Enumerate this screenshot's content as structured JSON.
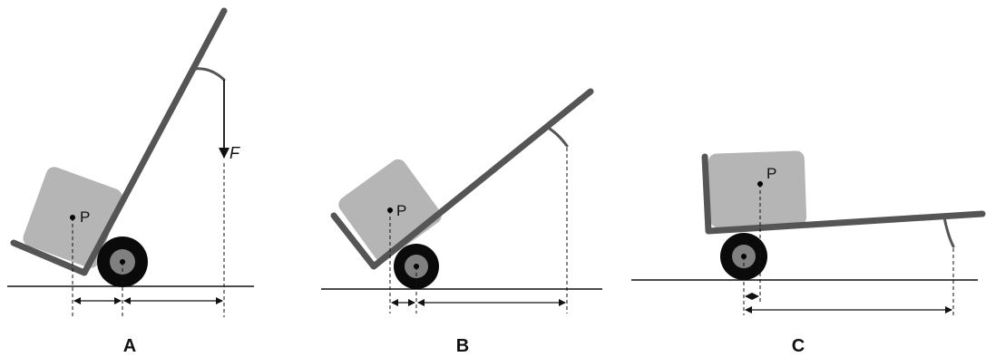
{
  "panels": [
    {
      "label": "A",
      "point_label": "P",
      "force_label": "F"
    },
    {
      "label": "B",
      "point_label": "P"
    },
    {
      "label": "C",
      "point_label": "P"
    }
  ],
  "colors": {
    "frame": "#555555",
    "load": "#b5b5b5",
    "tire": "#0a0a0a",
    "hub": "#808080",
    "lines": "#111111"
  }
}
